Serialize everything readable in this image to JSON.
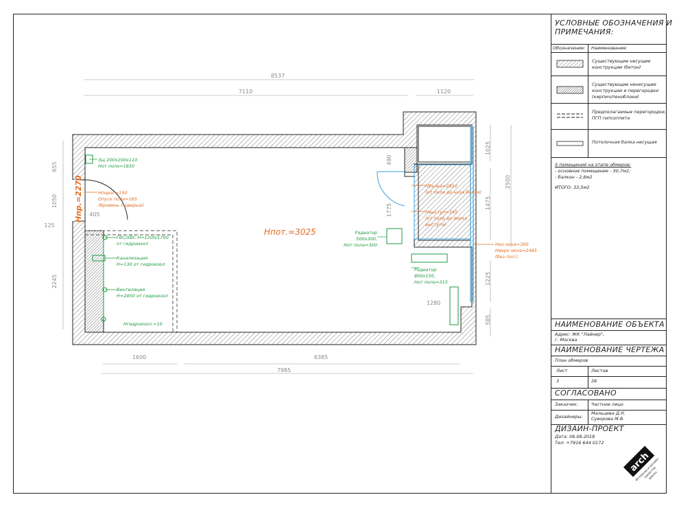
{
  "legend": {
    "title_line1": "УСЛОВНЫЕ ОБОЗНАЧЕНИЯ И",
    "title_line2": "ПРИМЕЧАНИЯ:",
    "col_symbol": "Обозначение:",
    "col_name": "Наименование:",
    "items": [
      {
        "line1": "Существующие несущие",
        "line2": "конструкции (бетон)",
        "line3": ""
      },
      {
        "line1": "Существующие ненесущие",
        "line2": "конструкции и перегородки",
        "line3": "(кирпич/пеноблоки)"
      },
      {
        "line1": "Предполагаемые перегородки,",
        "line2": "ПГП гипсоплита",
        "line3": ""
      },
      {
        "line1": "Потолочная балка несущая",
        "line2": "",
        "line3": ""
      }
    ]
  },
  "notes": {
    "line1": "S помещений на этапе обмеров:",
    "line2": "- основное помещение - 30,7м2;",
    "line3": "- балкон - 2,8м2",
    "total": "ИТОГО: 33,5м2"
  },
  "object": {
    "title": "НАИМЕНОВАНИЕ ОБЪЕКТА",
    "address_line1": "Адрес: ЖК \"Лайнер\",",
    "address_line2": "г. Москва"
  },
  "drawing": {
    "title": "НАИМЕНОВАНИЕ ЧЕРТЕЖА",
    "name": "План обмеров",
    "sheet_label": "Лист",
    "sheets_label": "Листов",
    "sheet_value": "3",
    "sheets_value": "26"
  },
  "approved": {
    "title": "СОГЛАСОВАНО",
    "customer_label": "Заказчик:",
    "customer_value": "Частное лицо",
    "designers_label": "Дизайнеры:",
    "designer1": "Мальцева Д.Н.",
    "designer2": "Суворова М.В."
  },
  "project": {
    "title": "ДИЗАЙН-ПРОЕКТ",
    "date": "Дата: 06.08.2018",
    "phone": "Тел: +7916 644 0172"
  },
  "plan": {
    "dims": {
      "top_total": "8537",
      "top_left": "7110",
      "top_right": "1120",
      "bottom_left": "1600",
      "bottom_right": "6385",
      "bottom_total": "7985",
      "left_1": "655",
      "left_2": "1050",
      "left_3": "125",
      "left_4": "2245",
      "right_1": "1025",
      "right_2": "2500",
      "right_3": "1475",
      "right_4": "1225",
      "right_5": "585",
      "inner_490": "490",
      "inner_1775": "1775",
      "inner_405": "405",
      "inner_1280": "1280"
    },
    "labels": {
      "ceiling_height": "Нпот.=3025",
      "door_height": "Нпр.=2270",
      "panel_1": "Зщ 200х200х110",
      "panel_2": "Нот пола=1830",
      "threshold_1": "Нпорог=150",
      "threshold_2": "Опуск пола=165",
      "threshold_3": "(Вровень с дверью)",
      "water_1": "ГВС/ХВС Н=1200/1700",
      "water_2": "от гидроизол",
      "sewer_1": "Канализация",
      "sewer_2": "Н=130 от гидроизол",
      "vent_1": "Вентиляция",
      "vent_2": "Н=2850 от гидроизол",
      "waterproof": "Нгидроизол.=10",
      "beam_1": "Нбалка=2810",
      "beam_2": "(от пола до низа балки)",
      "ledge_1": "Нвыступ=345",
      "ledge_2": "(от пола до верха",
      "ledge_3": "выступа)",
      "rad1_1": "Радиатор",
      "rad1_2": "500х300,",
      "rad1_3": "Нот пола=300",
      "rad2_1": "Радиатор",
      "rad2_2": "800х150,",
      "rad2_3": "Нот пола=315",
      "window_1": "Низ окна=300",
      "window_2": "Нверх окна=2485",
      "window_3": "(без пол.)"
    }
  },
  "logo": {
    "text": "arch",
    "caption_1": "Интерьер и дизайн",
    "caption_2": "проектов",
    "caption_3": "abbrev"
  },
  "colors": {
    "line": "#222222",
    "orange": "#e06a1e",
    "green": "#1a9a3c",
    "blue": "#3aa0d8",
    "dim": "#9a9a9a"
  }
}
